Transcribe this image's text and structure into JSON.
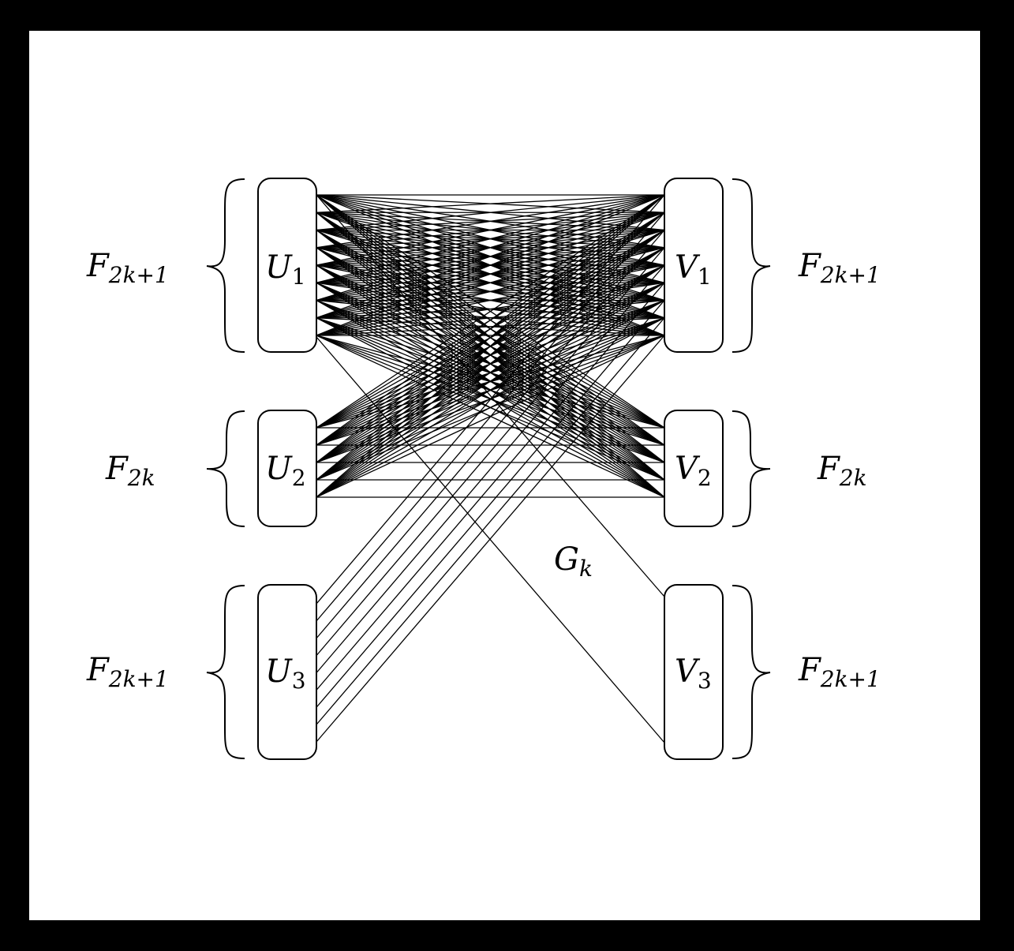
{
  "diagram": {
    "graph_label": {
      "base": "G",
      "sub": "k"
    },
    "left_parts": [
      {
        "id": "U1",
        "base": "U",
        "sub": "1",
        "size_base": "F",
        "size_sub": "2k+1"
      },
      {
        "id": "U2",
        "base": "U",
        "sub": "2",
        "size_base": "F",
        "size_sub": "2k"
      },
      {
        "id": "U3",
        "base": "U",
        "sub": "3",
        "size_base": "F",
        "size_sub": "2k+1"
      }
    ],
    "right_parts": [
      {
        "id": "V1",
        "base": "V",
        "sub": "1",
        "size_base": "F",
        "size_sub": "2k+1"
      },
      {
        "id": "V2",
        "base": "V",
        "sub": "2",
        "size_base": "F",
        "size_sub": "2k"
      },
      {
        "id": "V3",
        "base": "V",
        "sub": "3",
        "size_base": "F",
        "size_sub": "2k+1"
      }
    ],
    "edges": [
      {
        "from": "U1",
        "to": "V1",
        "type": "complete"
      },
      {
        "from": "U2",
        "to": "V1",
        "type": "complete"
      },
      {
        "from": "U1",
        "to": "V2",
        "type": "complete"
      },
      {
        "from": "U2",
        "to": "V2",
        "type": "matching"
      },
      {
        "from": "U3",
        "to": "V1",
        "type": "matching"
      },
      {
        "from": "U1",
        "to": "V3",
        "type": "single"
      }
    ]
  }
}
